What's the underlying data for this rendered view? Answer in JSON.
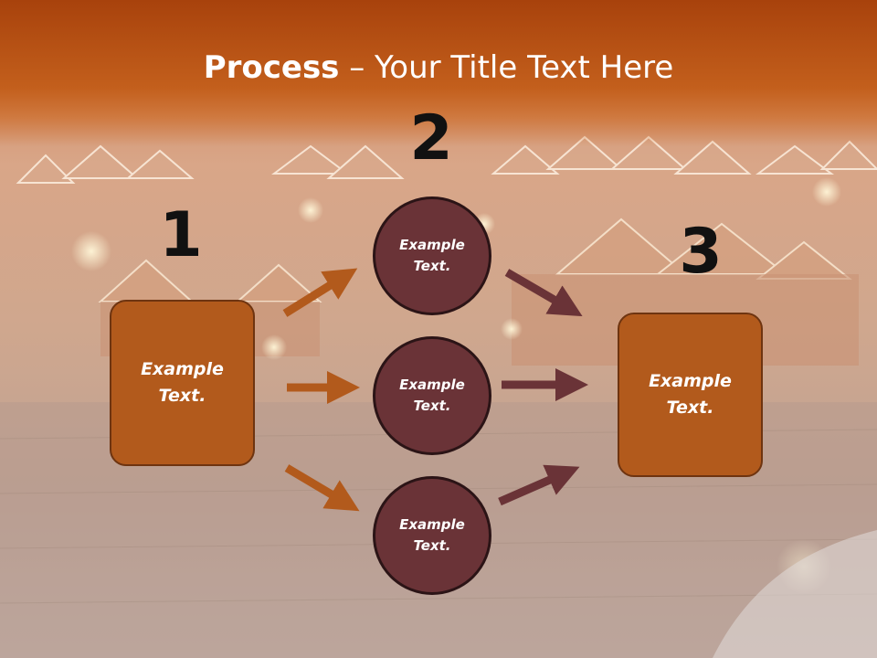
{
  "title": {
    "bold": "Process",
    "rest": " – Your Title Text Here"
  },
  "steps": [
    {
      "number": "1",
      "label": "Example Text."
    },
    {
      "number": "2",
      "label": "Example Text."
    },
    {
      "number": "3",
      "label": "Example Text."
    }
  ],
  "circles": [
    {
      "label": "Example Text."
    },
    {
      "label": "Example Text."
    },
    {
      "label": "Example Text."
    }
  ],
  "colors": {
    "header": "#c35f1c",
    "box_fill": "#b25a1c",
    "circle_fill": "#6a3337",
    "arrow_orange": "#b25a1c",
    "arrow_maroon": "#6a3337"
  }
}
